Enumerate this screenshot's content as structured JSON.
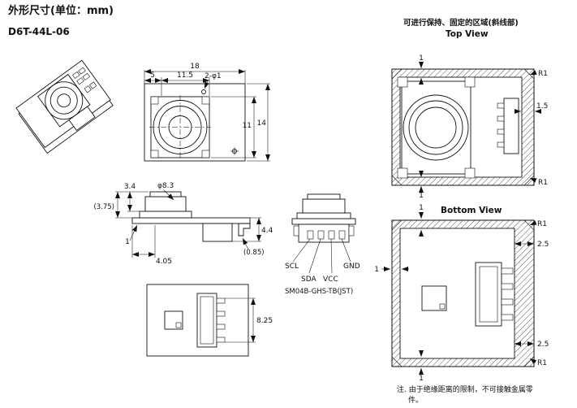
{
  "page": {
    "title": "外形尺寸(单位：mm)",
    "model": "D6T-44L-06",
    "note_line1": "注. 由于绝缘距离的限制，不可接触金属零",
    "note_line2": "件。"
  },
  "front_view": {
    "dim_width_total": "18",
    "dim_offset": "5",
    "dim_sensor_width": "11.5",
    "dim_holes": "2-φ1",
    "dim_sensor_height": "11",
    "dim_height_total": "14"
  },
  "top_view": {
    "region_note": "可进行保持、固定的区域(斜线部)",
    "caption": "Top View",
    "dim_band_top": "1",
    "dim_corner_tr": "R1",
    "dim_band_right": "1.5",
    "dim_corner_br": "R1",
    "dim_band_bottom": "1"
  },
  "side_view": {
    "dim_can_height": "3.4",
    "dim_can_dia": "φ8.3",
    "dim_overall_height": "(3.75)",
    "dim_board_thickness": "1",
    "dim_under_height": "4.4",
    "dim_offset_small": "(0.85)",
    "dim_offset_bottom": "4.05"
  },
  "connector_view": {
    "pins": [
      "SCL",
      "SDA",
      "VCC",
      "GND"
    ],
    "part_number": "SM04B-GHS-TB(JST)"
  },
  "pcb_bottom_view": {
    "dim_connector_span": "8.25"
  },
  "bottom_view": {
    "caption": "Bottom View",
    "dim_band_top": "1",
    "dim_corner_tr": "R1",
    "dim_right_top": "2.5",
    "dim_band_left": "1",
    "dim_right_bottom": "2.5",
    "dim_corner_br": "R1",
    "dim_band_bottom": "1"
  }
}
